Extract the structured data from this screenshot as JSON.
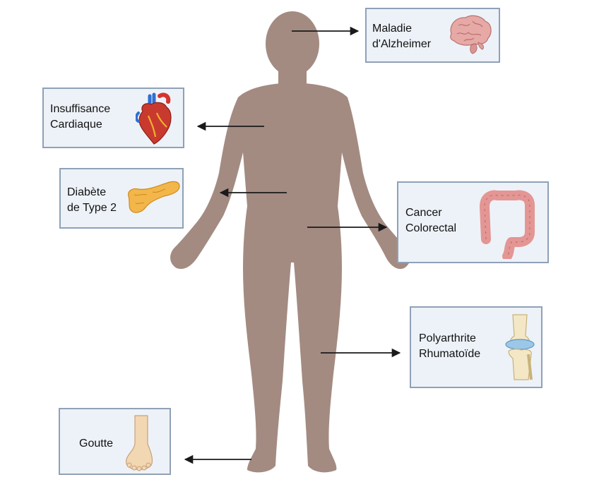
{
  "colors": {
    "body_silhouette": "#a38b82",
    "box_fill": "#edf2f8",
    "box_border": "#8fa1b7",
    "arrow": "#1a1a1a"
  },
  "conditions": [
    {
      "id": "alzheimer",
      "line1": "Maladie",
      "line2": "d'Alzheimer",
      "icon": "brain-icon"
    },
    {
      "id": "heart",
      "line1": "Insuffisance",
      "line2": "Cardiaque",
      "icon": "heart-icon"
    },
    {
      "id": "diabetes",
      "line1": "Diabète",
      "line2": "de Type 2",
      "icon": "pancreas-icon"
    },
    {
      "id": "colorectal",
      "line1": "Cancer",
      "line2": "Colorectal",
      "icon": "colon-icon"
    },
    {
      "id": "arthritis",
      "line1": "Polyarthrite",
      "line2": "Rhumatoïde",
      "icon": "knee-joint-icon"
    },
    {
      "id": "gout",
      "line1": "Goutte",
      "icon": "foot-icon"
    }
  ]
}
